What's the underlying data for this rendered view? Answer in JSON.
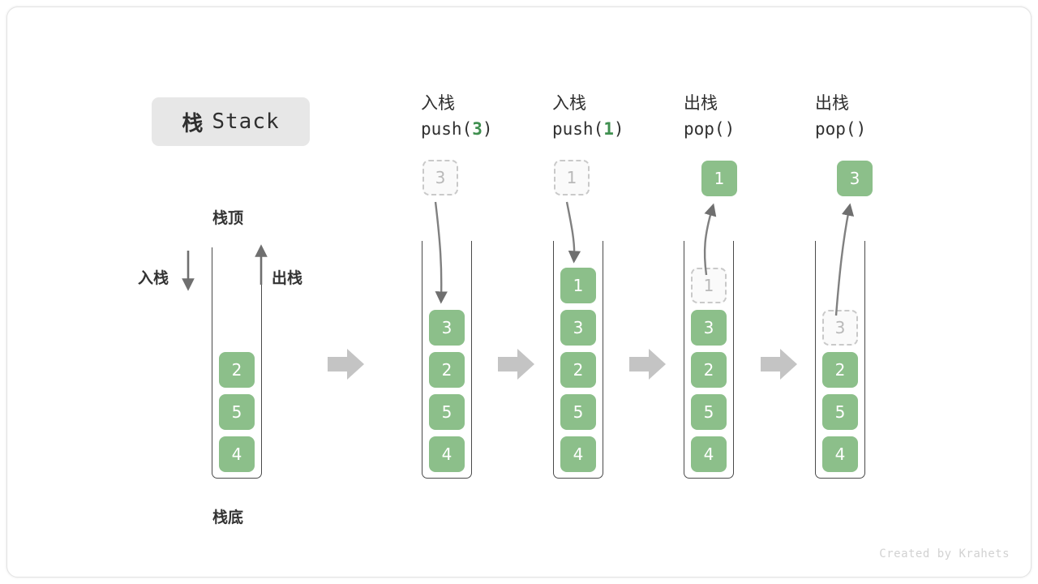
{
  "title": {
    "cn": "栈",
    "en": "Stack"
  },
  "labels": {
    "top": "栈顶",
    "bottom": "栈底",
    "push_side": "入栈",
    "pop_side": "出栈"
  },
  "footer": "Created by Krahets",
  "colors": {
    "cell_green": "#8cbf8a",
    "cell_text": "#ffffff",
    "ghost_fill": "#fafafa",
    "ghost_border": "#c9c9c9",
    "ghost_text": "#b9b9b9",
    "wall": "#4a4a4a",
    "arrow_gray": "#c4c4c4",
    "curve_gray": "#808080",
    "pill_bg": "#e7e7e7",
    "accent_green": "#3f8f4f"
  },
  "stacks": [
    {
      "name": "initial",
      "op_cn": "",
      "op_code_pre": "",
      "op_code_arg": "",
      "op_code_post": "",
      "cells": [
        {
          "value": "2",
          "state": "solid"
        },
        {
          "value": "5",
          "state": "solid"
        },
        {
          "value": "4",
          "state": "solid"
        }
      ],
      "float": null
    },
    {
      "name": "push-3",
      "op_cn": "入栈",
      "op_code_pre": "push(",
      "op_code_arg": "3",
      "op_code_post": ")",
      "cells": [
        {
          "value": "3",
          "state": "solid"
        },
        {
          "value": "2",
          "state": "solid"
        },
        {
          "value": "5",
          "state": "solid"
        },
        {
          "value": "4",
          "state": "solid"
        }
      ],
      "float": {
        "value": "3",
        "state": "ghost",
        "direction": "in"
      }
    },
    {
      "name": "push-1",
      "op_cn": "入栈",
      "op_code_pre": "push(",
      "op_code_arg": "1",
      "op_code_post": ")",
      "cells": [
        {
          "value": "1",
          "state": "solid"
        },
        {
          "value": "3",
          "state": "solid"
        },
        {
          "value": "2",
          "state": "solid"
        },
        {
          "value": "5",
          "state": "solid"
        },
        {
          "value": "4",
          "state": "solid"
        }
      ],
      "float": {
        "value": "1",
        "state": "ghost",
        "direction": "in"
      }
    },
    {
      "name": "pop-1",
      "op_cn": "出栈",
      "op_code_pre": "pop(",
      "op_code_arg": "",
      "op_code_post": ")",
      "cells": [
        {
          "value": "1",
          "state": "ghost"
        },
        {
          "value": "3",
          "state": "solid"
        },
        {
          "value": "2",
          "state": "solid"
        },
        {
          "value": "5",
          "state": "solid"
        },
        {
          "value": "4",
          "state": "solid"
        }
      ],
      "float": {
        "value": "1",
        "state": "solid",
        "direction": "out"
      }
    },
    {
      "name": "pop-3",
      "op_cn": "出栈",
      "op_code_pre": "pop(",
      "op_code_arg": "",
      "op_code_post": ")",
      "cells": [
        {
          "value": "3",
          "state": "ghost"
        },
        {
          "value": "2",
          "state": "solid"
        },
        {
          "value": "5",
          "state": "solid"
        },
        {
          "value": "4",
          "state": "solid"
        }
      ],
      "float": {
        "value": "3",
        "state": "solid",
        "direction": "out"
      }
    }
  ],
  "step_arrows": [
    {
      "name": "step-arrow-1"
    },
    {
      "name": "step-arrow-2"
    },
    {
      "name": "step-arrow-3"
    },
    {
      "name": "step-arrow-4"
    }
  ]
}
